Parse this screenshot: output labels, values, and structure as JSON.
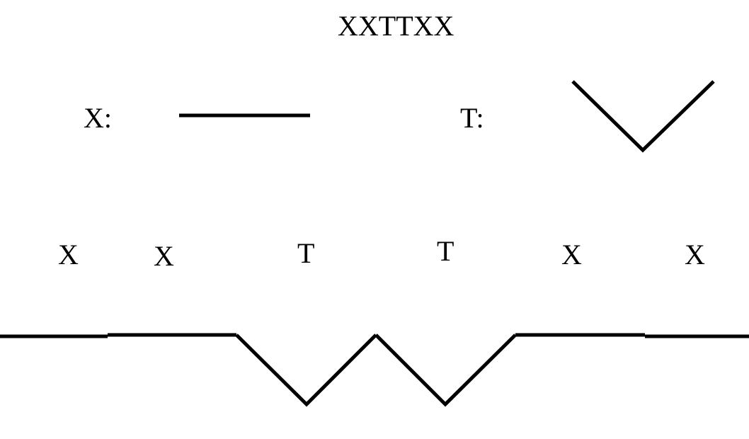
{
  "title": "XXTTXX",
  "legend": {
    "x_label": "X:",
    "t_label": "T:"
  },
  "sequence": [
    "X",
    "X",
    "T",
    "T",
    "X",
    "X"
  ],
  "colors": {
    "stroke": "#000000",
    "background": "#ffffff"
  }
}
